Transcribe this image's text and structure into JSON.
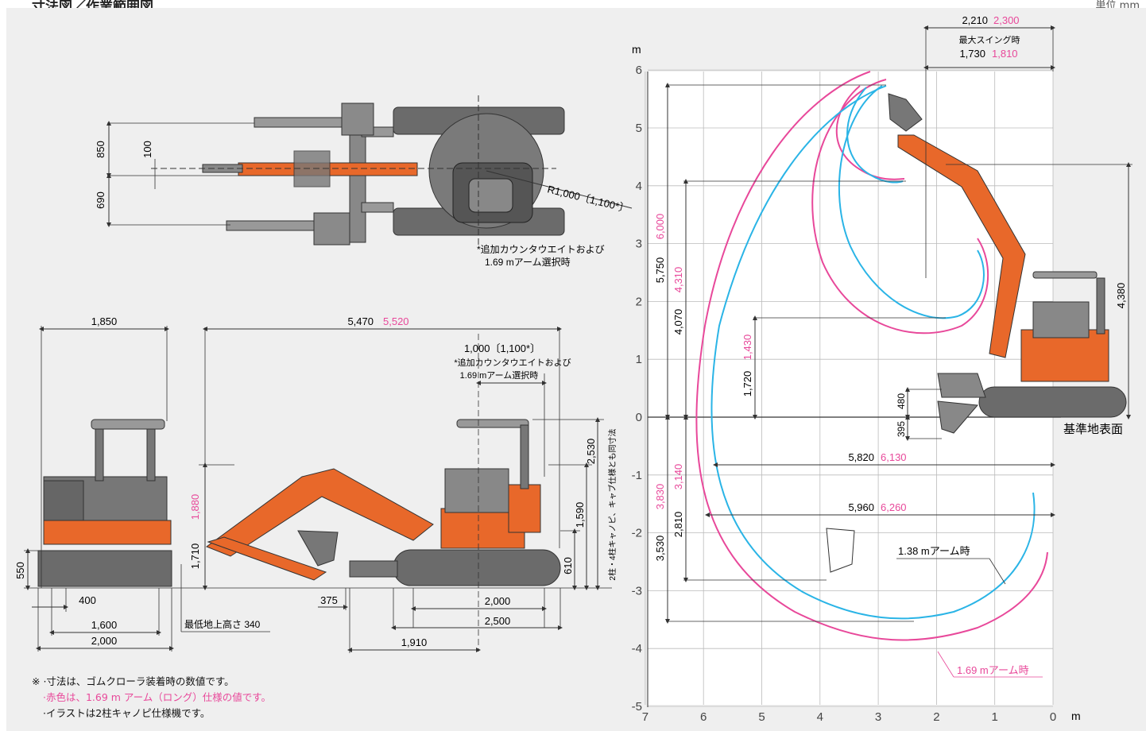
{
  "page_title": "寸法図／作業範囲図",
  "unit_note": "単位 mm",
  "colors": {
    "pink": "#e8489a",
    "cyan": "#2ab4e6",
    "orange": "#e8682a",
    "dark": "#555555",
    "background": "#efefef"
  },
  "top_view": {
    "dim_850": "850",
    "dim_100": "100",
    "dim_690": "690",
    "radius_label": "R1,000〔1,100*〕",
    "footnote_line1": "*追加カウンタウエイトおよび",
    "footnote_line2": "1.69 mアーム選択時"
  },
  "front_view": {
    "width_top": "1,850",
    "dim_550": "550",
    "dim_400": "400",
    "dim_1600": "1,600",
    "dim_2000": "2,000",
    "ground_clearance": "最低地上高さ 340"
  },
  "side_view": {
    "length": "5,470",
    "length_pink": "5,520",
    "tail": "1,000〔1,100*〕",
    "tail_note1": "*追加カウンタウエイトおよび",
    "tail_note2": "1.69 mアーム選択時",
    "height_2530": "2,530",
    "height_1590": "1,590",
    "height_610": "610",
    "height_1710": "1,710",
    "height_1880_pink": "1,880",
    "dim_375": "375",
    "dim_2000": "2,000",
    "dim_2500": "2,500",
    "dim_1910": "1,910",
    "vertical_note": "2柱・4柱キャノピ、キャブ仕様とも同寸法"
  },
  "range_chart": {
    "y_unit": "m",
    "x_unit": "m",
    "y_ticks": [
      "6",
      "5",
      "4",
      "3",
      "2",
      "1",
      "0",
      "-1",
      "-2",
      "-3",
      "-4",
      "-5"
    ],
    "x_ticks": [
      "7",
      "6",
      "5",
      "4",
      "3",
      "2",
      "1",
      "0"
    ],
    "top_dim": "2,210",
    "top_dim_pink": "2,300",
    "swing_label": "最大スイング時",
    "swing_dim": "1,730",
    "swing_dim_pink": "1,810",
    "v_5750": "5,750",
    "v_6000_pink": "6,000",
    "v_4070": "4,070",
    "v_4310_pink": "4,310",
    "v_1720": "1,720",
    "v_1430_pink": "1,430",
    "v_4380": "4,380",
    "v_480": "480",
    "v_395": "395",
    "ground_label": "基準地表面",
    "reach_5820": "5,820",
    "reach_6130_pink": "6,130",
    "reach_5960": "5,960",
    "reach_6260_pink": "6,260",
    "v_3530": "3,530",
    "v_3830_pink": "3,830",
    "v_2810": "2,810",
    "v_3140_pink": "3,140",
    "arm_138": "1.38 mアーム時",
    "arm_169": "1.69 mアーム時"
  },
  "notes": {
    "line1": "※ ·寸法は、ゴムクローラ装着時の数値です。",
    "line2": "·赤色は、1.69 m アーム（ロング）仕様の値です。",
    "line3": "·イラストは2柱キャノピ仕様機です。"
  }
}
